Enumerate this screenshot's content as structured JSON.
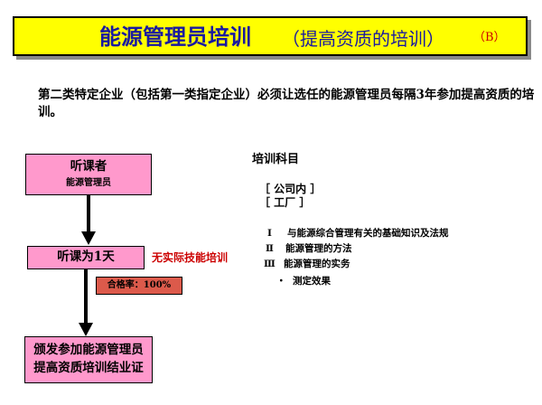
{
  "title": {
    "main": "能源管理员培训",
    "sub": "（提高资质的培训）",
    "tag": "（B）"
  },
  "intro": "第二类特定企业（包括第一类指定企业）必须让选任的能源管理员每隔3年参加提高资质的培训。",
  "flow": {
    "step1": {
      "main": "听课者",
      "sub": "能源管理员"
    },
    "step2": {
      "label": "听课为1天"
    },
    "note": "无实际技能培训",
    "pass_rate": "合格率：100%",
    "step3": {
      "line1": "颁发参加能源管理员",
      "line2": "提高资质培训结业证"
    }
  },
  "courses": {
    "title": "培训科目",
    "locations": [
      "［  公司内  ］",
      "［  工厂  ］"
    ],
    "items": [
      {
        "num": "Ⅰ",
        "text": "与能源综合管理有关的基础知识及法规"
      },
      {
        "num": "Ⅱ",
        "text": "能源管理的方法"
      },
      {
        "num": "Ⅲ",
        "text": "能源管理的实务"
      }
    ],
    "sub_items": [
      {
        "bullet": "・",
        "text": "测定效果"
      }
    ]
  },
  "colors": {
    "title_bg": "#ffff00",
    "title_text": "#1a1aa0",
    "tag": "#cc0000",
    "box_fill": "#ff99cc",
    "note_text": "#cc0000",
    "pass_fill": "#dc5a4b"
  }
}
